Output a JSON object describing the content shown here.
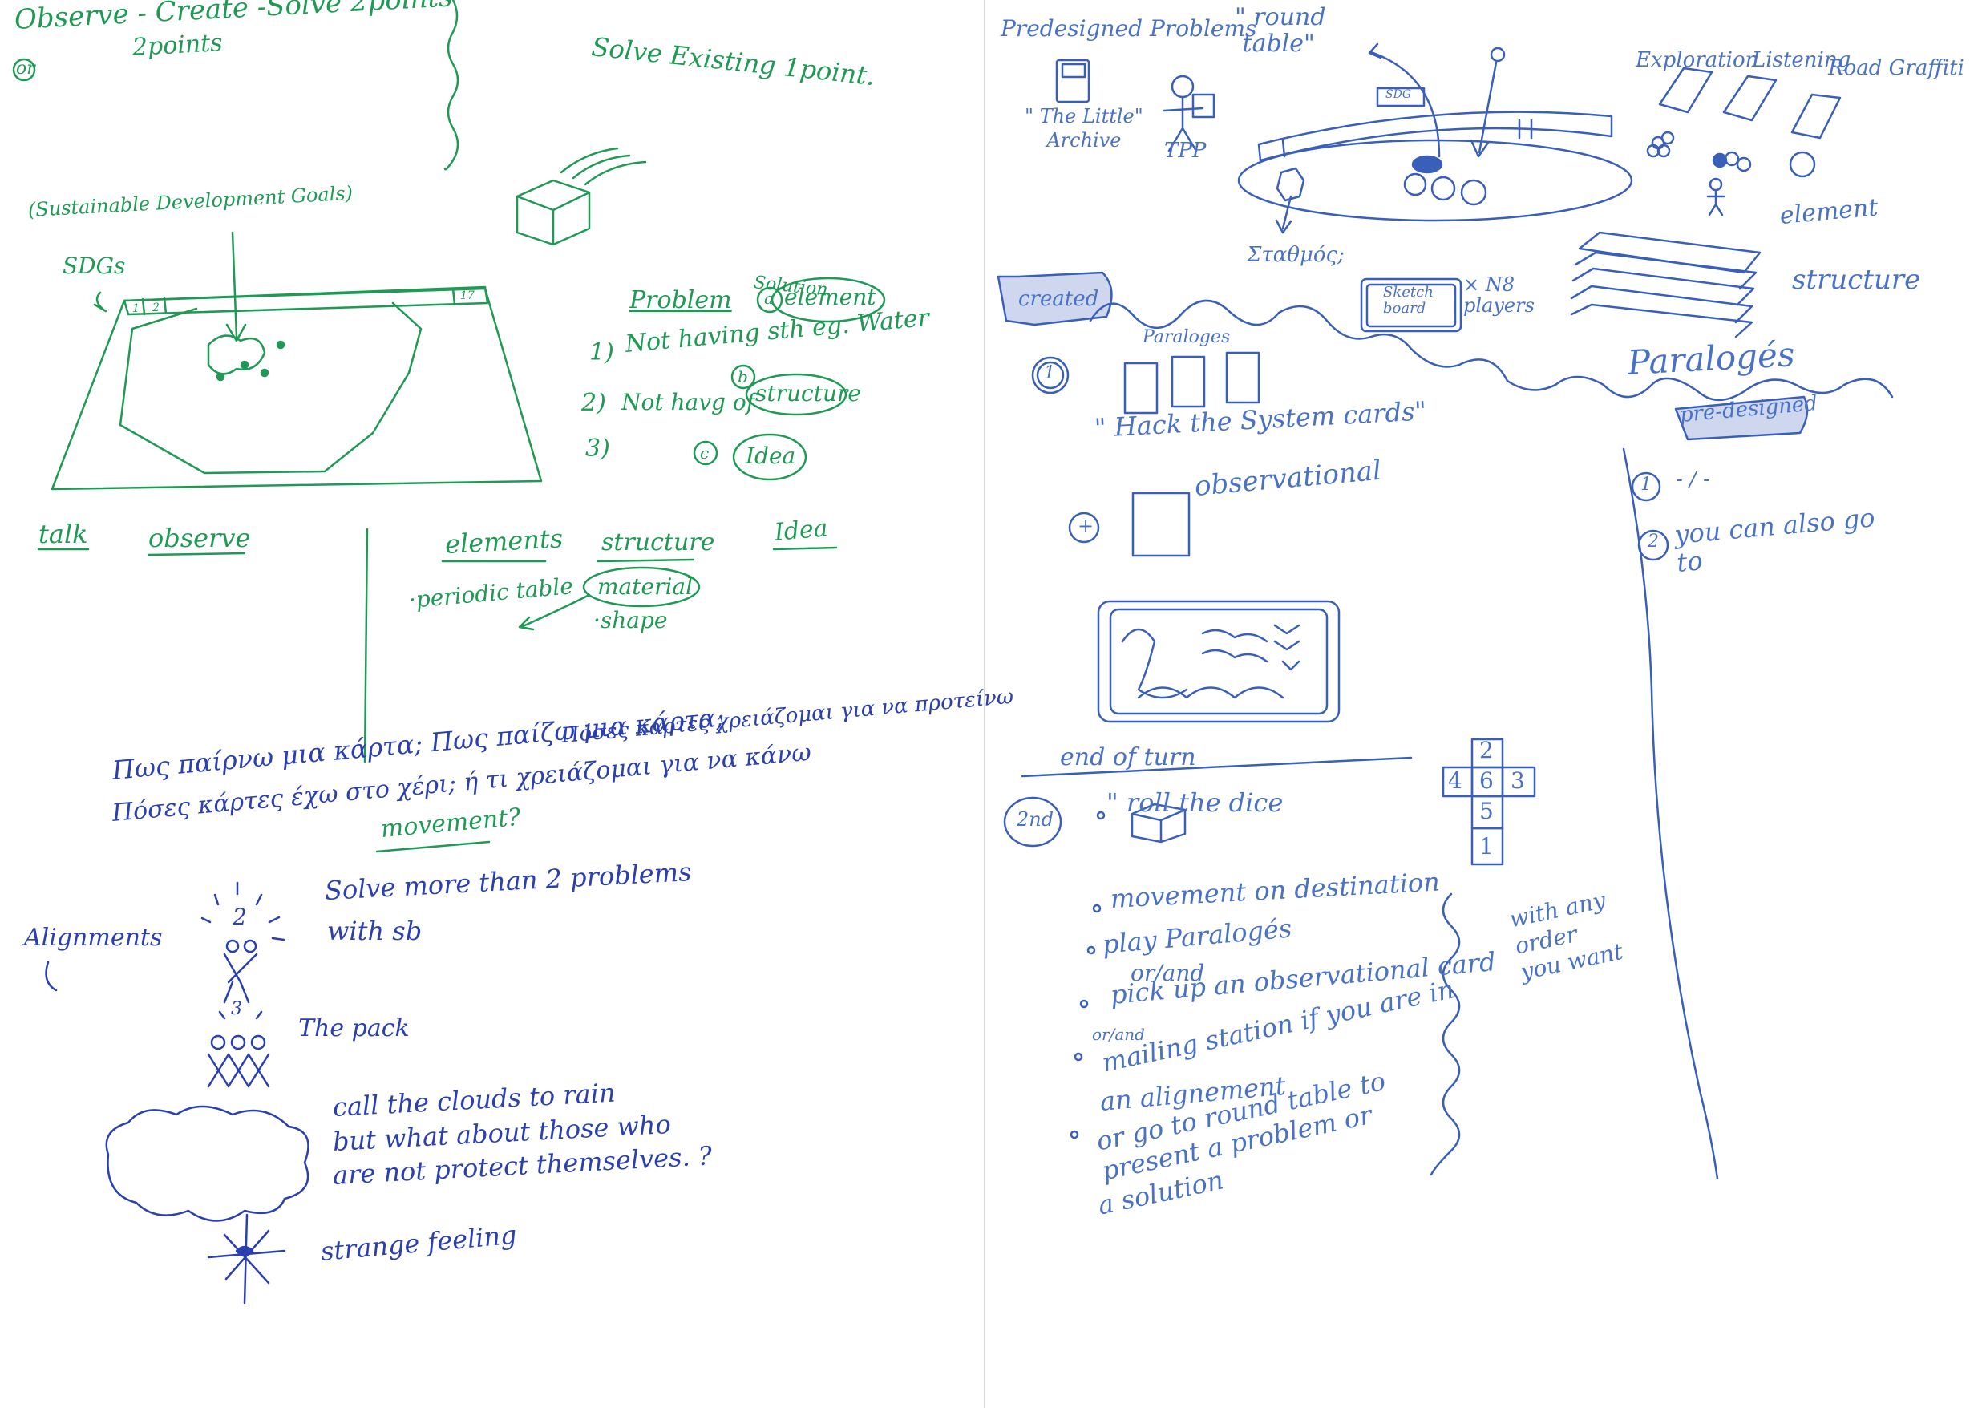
{
  "left_page": {
    "header_line1": "Observe - Create -Solve 2points",
    "header_line2": "2points",
    "header_or": "or",
    "solve_existing": "Solve Existing 1point.",
    "sdg_full": "(Sustainable Development Goals)",
    "sdg_short": "SDGs",
    "board_nums": [
      "1",
      "2",
      "17"
    ],
    "problem_solution": {
      "problem": "Problem",
      "solution": "Solution"
    },
    "items": [
      {
        "num": "1)",
        "text": "Not having sth eg. Water",
        "marker": "a",
        "tag": "element"
      },
      {
        "num": "2)",
        "text": "Not havg of",
        "marker": "b",
        "tag": "structure"
      },
      {
        "num": "3)",
        "text": "",
        "marker": "c",
        "tag": "Idea"
      }
    ],
    "bottom_labels": [
      "talk",
      "observe"
    ],
    "col_headers": [
      "elements",
      "structure",
      "Idea"
    ],
    "bullets": [
      "·periodic table",
      "material",
      "·shape"
    ],
    "greek_line1": "Πως παίρνω μια κάρτα;  Πως παίζω μια κάρτα;",
    "greek_line2": "Πόσες κάρτες χρειάζομαι για να προτείνω",
    "greek_line3": "Πόσες κάρτες έχω στο χέρι;   ή τι χρειάζομαι για να κάνω",
    "movement": "movement?",
    "alignments": "Alignments",
    "figure_count_2": "2",
    "figure_count_3": "3",
    "solve_more_1": "Solve more than 2 problems",
    "solve_more_2": "with sb",
    "the_pack": "The pack",
    "cloud_1": "call the clouds to rain",
    "cloud_2": "but what about those who",
    "cloud_3": "are not protect themselves. ?",
    "strange": "strange feeling"
  },
  "right_page": {
    "predesigned": "Predesigned Problems",
    "round_table": "\" round\n table\"",
    "archive": "\" The Little\"\nArchive",
    "tpp": "TPP",
    "exploration": "Exploration",
    "listening": "Listening",
    "road": "Road Graffiti",
    "sdg_box": "SDG",
    "element": "element",
    "ellipse_label": "Σταθμός;",
    "created": "created",
    "sketch_board": "Sketch\nboard",
    "n8": "× N8\nplayers",
    "structure": "structure",
    "paraloges_small": "Paraloges",
    "paraloges_big": "Paralogés",
    "pre_designed": "pre-designed",
    "circle_1": "1",
    "hack": "\" Hack the System cards\"",
    "plus": "+",
    "observational": "observational",
    "end_of_turn": "end of turn",
    "roll": "\" roll the dice",
    "second": "2nd",
    "dice_faces": [
      "2",
      "4",
      "6",
      "3",
      "5",
      "1"
    ],
    "turn_items": [
      "movement on destination",
      "play Paralogés",
      "or/and",
      "pick up an observational card",
      "or/and",
      "mailing station if you are in",
      "an alignement",
      "or go to round table to",
      "present a problem or",
      "a solution"
    ],
    "with_any": "with any\norder\nyou want",
    "right_col": {
      "r1": "1",
      "r1_text": "- / -",
      "r2": "2",
      "r2_text": "you can also go\nto"
    }
  }
}
